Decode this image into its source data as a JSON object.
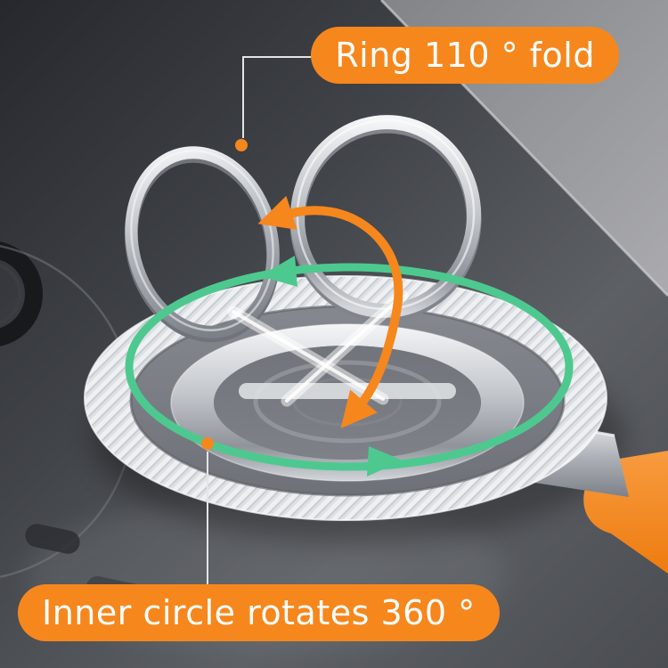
{
  "title": "Magnetic phone ring holder annotated product image",
  "annotations": {
    "top_label": "Ring 110 ° fold",
    "bottom_label": "Inner circle rotates 360 °"
  },
  "colors": {
    "accent_orange": "#F6871D",
    "rotation_green": "#4DC98F",
    "label_text": "#FFFFFF",
    "phone_dark": "#2C2F34",
    "desk_light": "#9FA1A5",
    "metal_silver": "#C2C6CB",
    "plate_white": "#EEF0F2"
  },
  "icons": {
    "rotation_arrow": "green elliptical 360-degree rotation arrow",
    "fold_arrow": "orange curved 110-degree fold arrow",
    "callout_dot": "orange anchor dot"
  }
}
